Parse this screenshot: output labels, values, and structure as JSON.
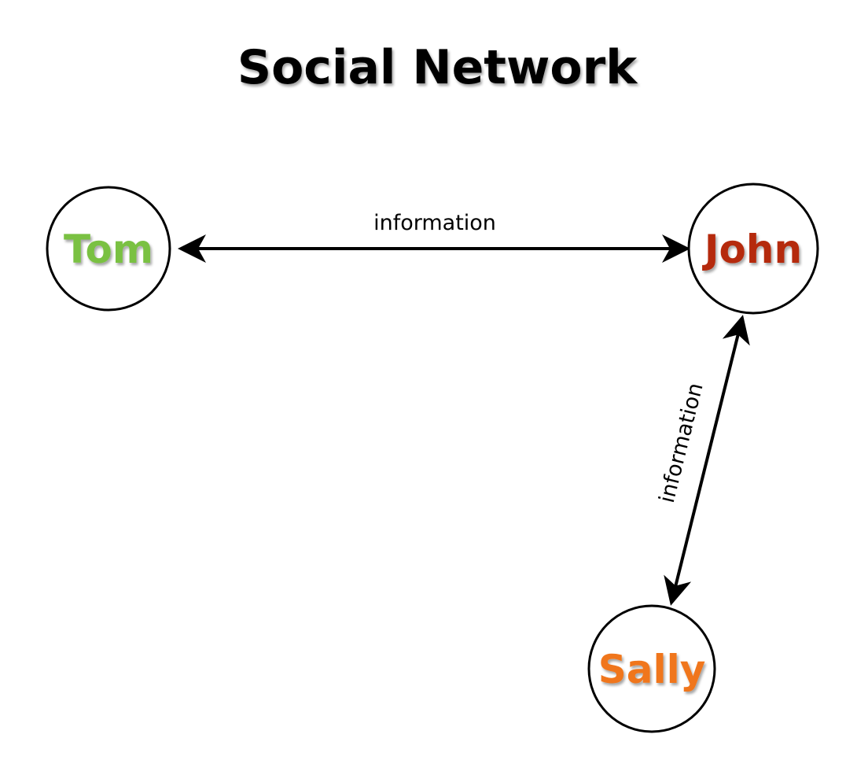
{
  "title": "Social Network",
  "nodes": {
    "tom": {
      "label": "Tom",
      "color": "#7ac143"
    },
    "john": {
      "label": "John",
      "color": "#b52a0c"
    },
    "sally": {
      "label": "Sally",
      "color": "#f0761b"
    }
  },
  "edges": {
    "tom_john": {
      "label": "information",
      "direction": "bidirectional"
    },
    "john_sally": {
      "label": "information",
      "direction": "bidirectional"
    }
  }
}
